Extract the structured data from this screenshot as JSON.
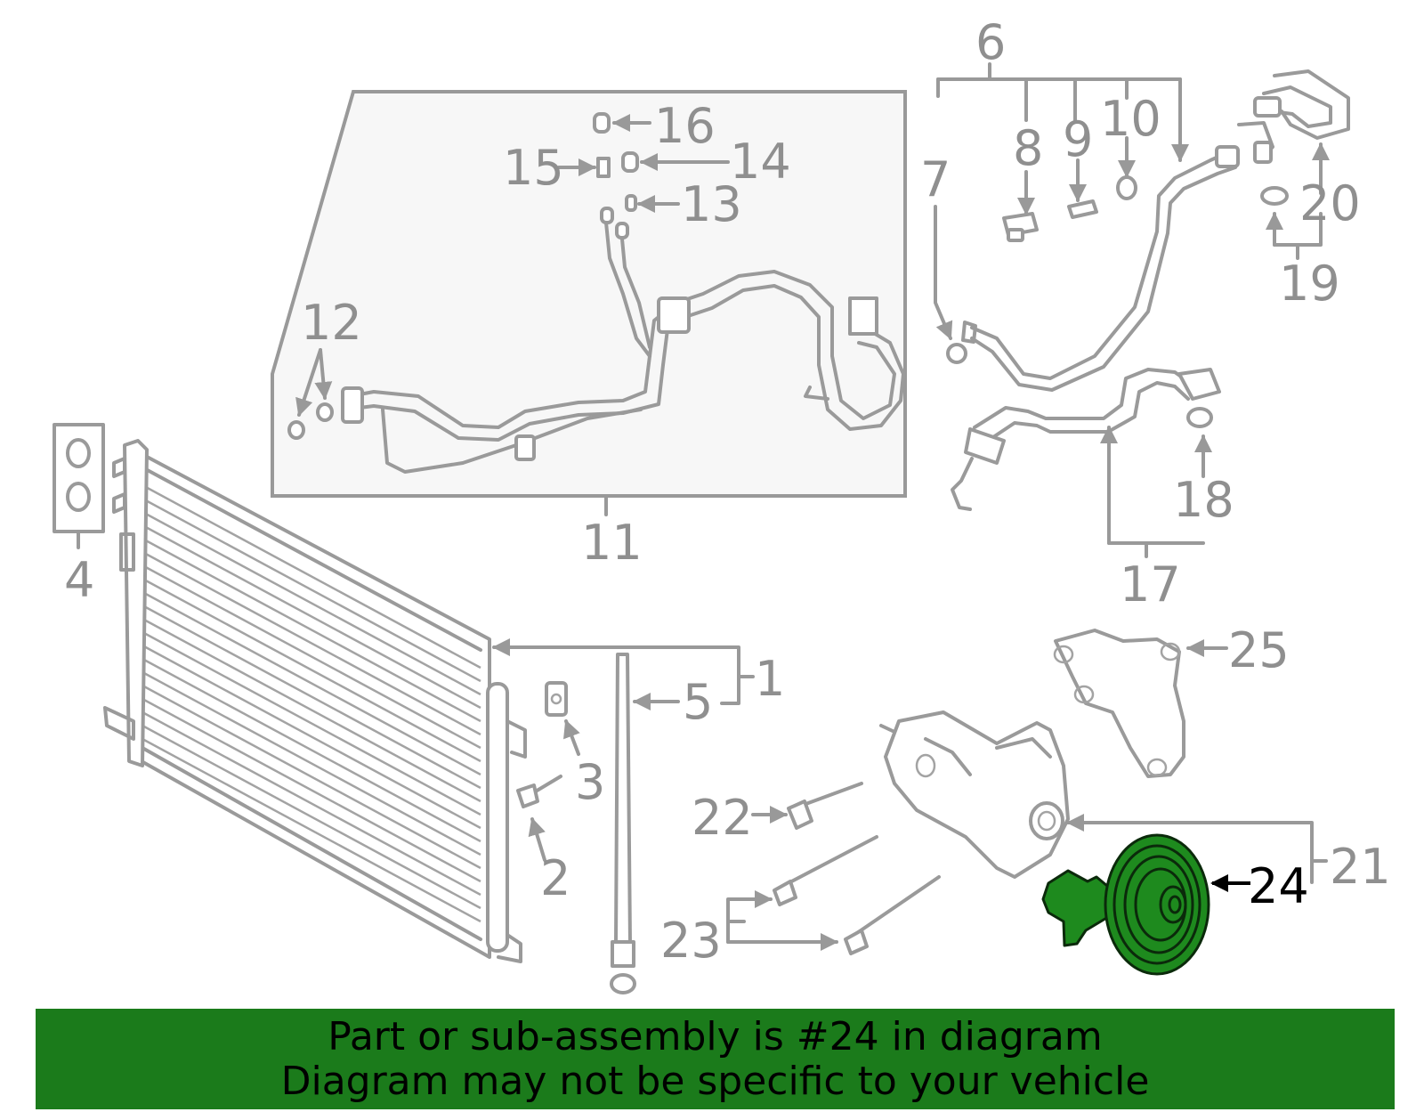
{
  "callouts": {
    "c1": "1",
    "c2": "2",
    "c3": "3",
    "c4": "4",
    "c5": "5",
    "c6": "6",
    "c7": "7",
    "c8": "8",
    "c9": "9",
    "c10": "10",
    "c11": "11",
    "c12": "12",
    "c13": "13",
    "c14": "14",
    "c15": "15",
    "c16": "16",
    "c17": "17",
    "c18": "18",
    "c19": "19",
    "c20": "20",
    "c21": "21",
    "c22": "22",
    "c23": "23",
    "c24": "24",
    "c25": "25"
  },
  "highlight": {
    "part": "24",
    "color": "#1b7b1b"
  },
  "banner": {
    "line1": "Part or sub-assembly is #24 in diagram",
    "line2": "Diagram may not be specific to your vehicle"
  }
}
